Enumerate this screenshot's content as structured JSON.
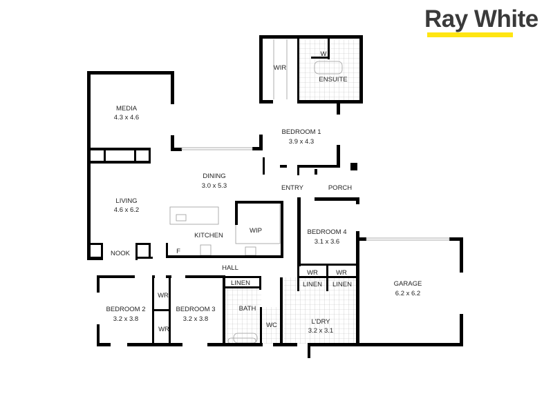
{
  "logo": {
    "text": "Ray White",
    "bar_color": "#FFE512",
    "text_color": "#3a3a3a"
  },
  "rooms": [
    {
      "name": "MEDIA",
      "size": "4.3 x 4.6"
    },
    {
      "name": "WIR",
      "size": ""
    },
    {
      "name": "W",
      "size": ""
    },
    {
      "name": "ENSUITE",
      "size": ""
    },
    {
      "name": "BEDROOM 1",
      "size": "3.9 x 4.3"
    },
    {
      "name": "DINING",
      "size": "3.0 x 5.3"
    },
    {
      "name": "ENTRY",
      "size": ""
    },
    {
      "name": "PORCH",
      "size": ""
    },
    {
      "name": "LIVING",
      "size": "4.6 x 6.2"
    },
    {
      "name": "WIP",
      "size": ""
    },
    {
      "name": "KITCHEN",
      "size": ""
    },
    {
      "name": "BEDROOM 4",
      "size": "3.1 x 3.6"
    },
    {
      "name": "NOOK",
      "size": ""
    },
    {
      "name": "F",
      "size": ""
    },
    {
      "name": "HALL",
      "size": ""
    },
    {
      "name": "WR",
      "size": ""
    },
    {
      "name": "WR",
      "size": ""
    },
    {
      "name": "LINEN",
      "size": ""
    },
    {
      "name": "LINEN",
      "size": ""
    },
    {
      "name": "LINEN",
      "size": ""
    },
    {
      "name": "WR",
      "size": ""
    },
    {
      "name": "WR",
      "size": ""
    },
    {
      "name": "GARAGE",
      "size": "6.2 x 6.2"
    },
    {
      "name": "BEDROOM 2",
      "size": "3.2 x 3.8"
    },
    {
      "name": "BEDROOM 3",
      "size": "3.2 x 3.8"
    },
    {
      "name": "BATH",
      "size": ""
    },
    {
      "name": "WC",
      "size": ""
    },
    {
      "name": "L'DRY",
      "size": "3.2 x 3.1"
    }
  ]
}
